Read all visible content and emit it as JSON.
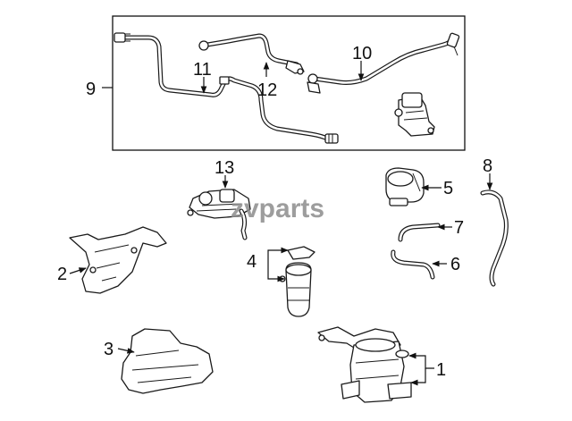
{
  "watermark": "zvparts",
  "callouts": {
    "c1": "1",
    "c2": "2",
    "c3": "3",
    "c4": "4",
    "c5": "5",
    "c6": "6",
    "c7": "7",
    "c8": "8",
    "c9": "9",
    "c10": "10",
    "c11": "11",
    "c12": "12",
    "c13": "13"
  },
  "colors": {
    "line": "#1a1a1a",
    "watermark": "#8c8c8c",
    "background": "#ffffff"
  }
}
